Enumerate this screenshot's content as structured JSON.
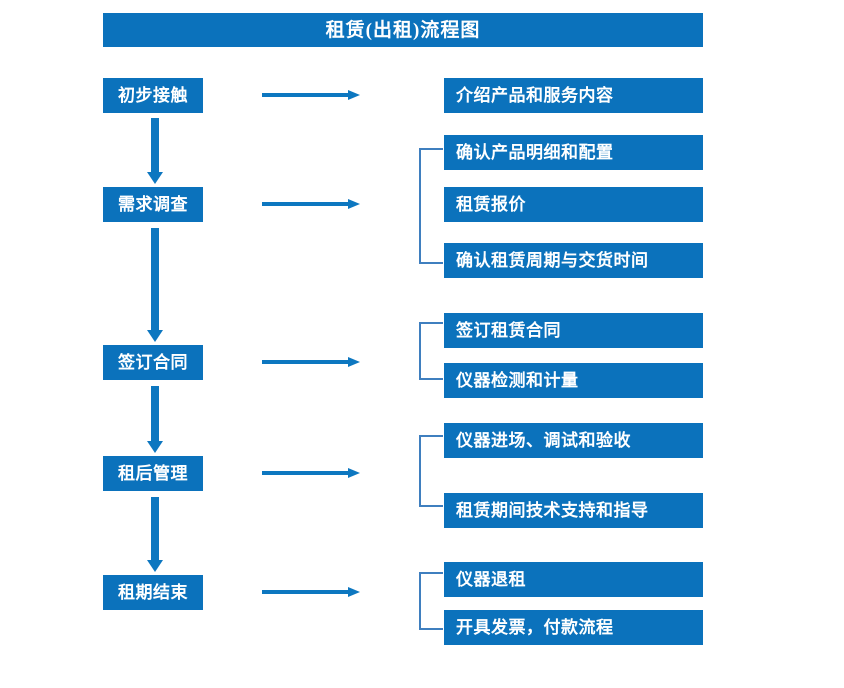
{
  "title": "租赁(出租)流程图",
  "colors": {
    "box_fill": "#0b72bc",
    "box_text": "#ffffff",
    "arrow": "#0d77c0",
    "bracket": "#3f7fbf",
    "background": "#ffffff"
  },
  "chart_data": {
    "type": "diagram",
    "title": "租赁(出租)流程图",
    "orientation": "vertical-stages-with-horizontal-task-groups",
    "stages": [
      {
        "id": "stage-1",
        "label": "初步接触",
        "tasks": [
          "介绍产品和服务内容"
        ],
        "bracketed": false
      },
      {
        "id": "stage-2",
        "label": "需求调查",
        "tasks": [
          "确认产品明细和配置",
          "租赁报价",
          "确认租赁周期与交货时间"
        ],
        "bracketed": true
      },
      {
        "id": "stage-3",
        "label": "签订合同",
        "tasks": [
          "签订租赁合同",
          "仪器检测和计量"
        ],
        "bracketed": true
      },
      {
        "id": "stage-4",
        "label": "租后管理",
        "tasks": [
          "仪器进场、调试和验收",
          "租赁期间技术支持和指导"
        ],
        "bracketed": true
      },
      {
        "id": "stage-5",
        "label": "租期结束",
        "tasks": [
          "仪器退租",
          "开具发票，付款流程"
        ],
        "bracketed": true
      }
    ],
    "stage_flow": [
      "初步接触",
      "需求调查",
      "签订合同",
      "租后管理",
      "租期结束"
    ]
  },
  "stages": {
    "s1": {
      "label": "初步接触"
    },
    "s2": {
      "label": "需求调查"
    },
    "s3": {
      "label": "签订合同"
    },
    "s4": {
      "label": "租后管理"
    },
    "s5": {
      "label": "租期结束"
    }
  },
  "tasks": {
    "t1": {
      "label": "介绍产品和服务内容"
    },
    "t2": {
      "label": "确认产品明细和配置"
    },
    "t3": {
      "label": "租赁报价"
    },
    "t4": {
      "label": "确认租赁周期与交货时间"
    },
    "t5": {
      "label": "签订租赁合同"
    },
    "t6": {
      "label": "仪器检测和计量"
    },
    "t7": {
      "label": "仪器进场、调试和验收"
    },
    "t8": {
      "label": "租赁期间技术支持和指导"
    },
    "t9": {
      "label": "仪器退租"
    },
    "t10": {
      "label": "开具发票，付款流程"
    }
  }
}
